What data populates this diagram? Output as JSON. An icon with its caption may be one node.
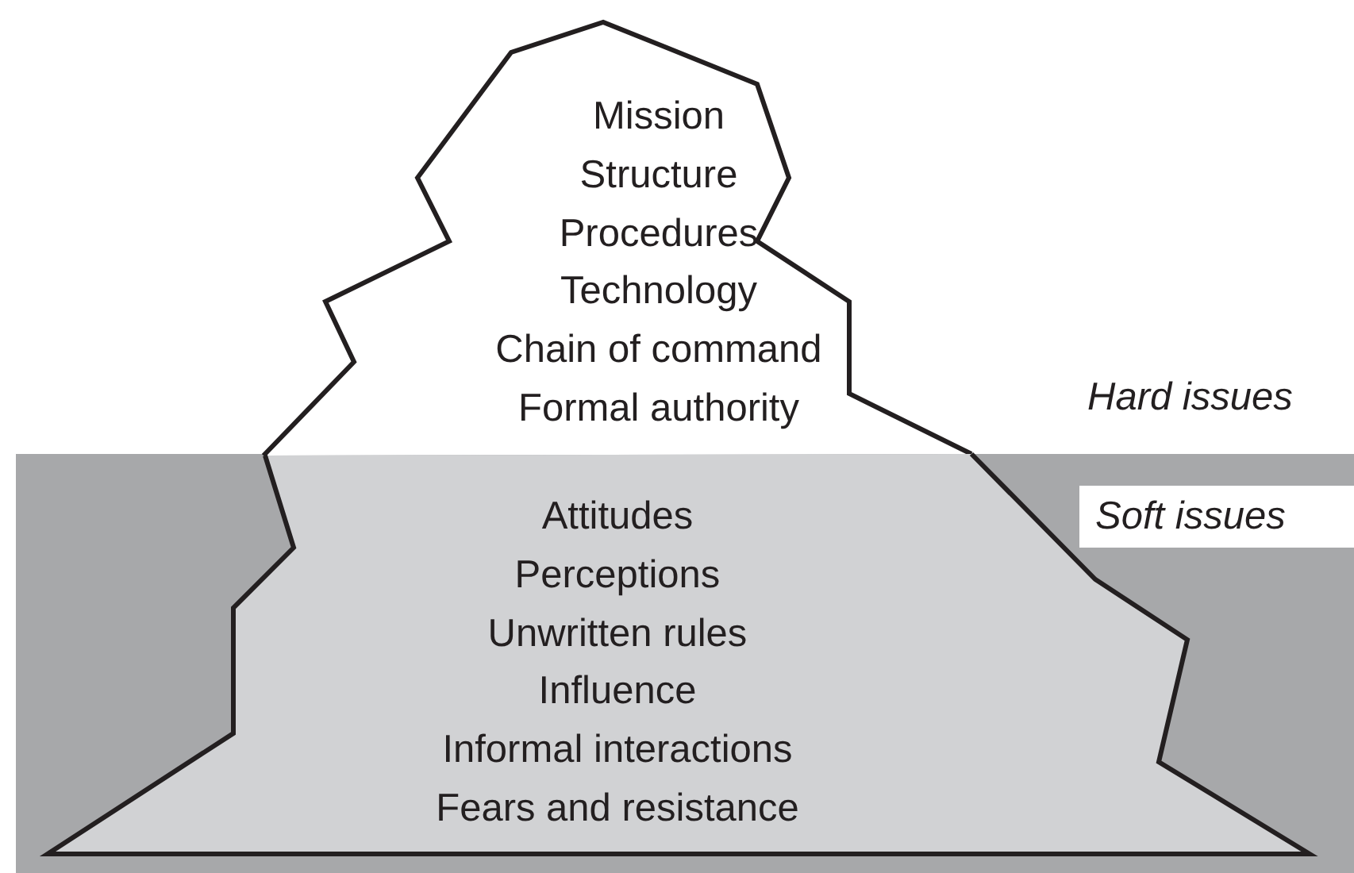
{
  "diagram": {
    "nodes": [
      {
        "text": [
          "Mission",
          "Structure",
          "Procedures",
          "Technology",
          "Chain of command",
          "Formal authority"
        ]
      },
      {
        "text": [
          "Attitudes",
          "Perceptions",
          "Unwritten rules",
          "Influence",
          "Informal interactions",
          "Fears and resistance"
        ]
      }
    ],
    "labels": [
      "Hard issues",
      "Soft issues"
    ]
  }
}
